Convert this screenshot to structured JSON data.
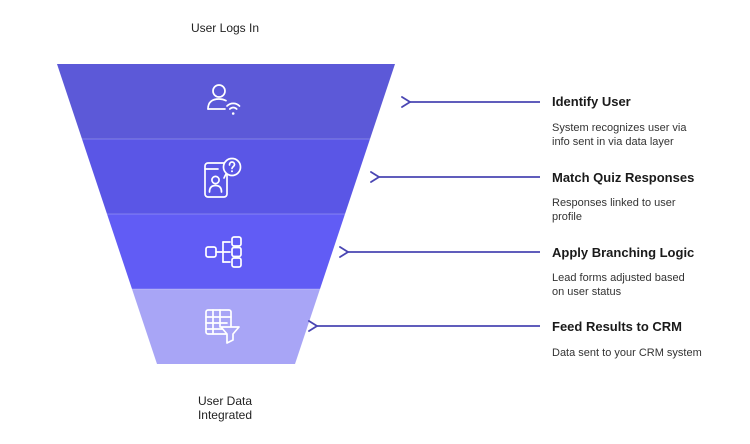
{
  "top_label": "User Logs In",
  "bottom_label": [
    "User Data",
    "Integrated"
  ],
  "colors": {
    "stage1": "#5c59d8",
    "stage2": "#5a56e6",
    "stage3": "#615cf5",
    "stage4": "#a8a5f6",
    "arrow": "#4a46b3"
  },
  "stages": [
    {
      "icon": "user-wifi-icon",
      "title": "Identify User",
      "desc": [
        "System recognizes user via",
        "info sent in via data layer"
      ]
    },
    {
      "icon": "phone-question-icon",
      "title": "Match Quiz Responses",
      "desc": [
        "Responses linked to user",
        "profile"
      ]
    },
    {
      "icon": "branching-icon",
      "title": "Apply Branching Logic",
      "desc": [
        "Lead forms adjusted based",
        "on user status"
      ]
    },
    {
      "icon": "table-filter-icon",
      "title": "Feed Results to CRM",
      "desc": [
        "Data sent to your CRM system"
      ]
    }
  ]
}
